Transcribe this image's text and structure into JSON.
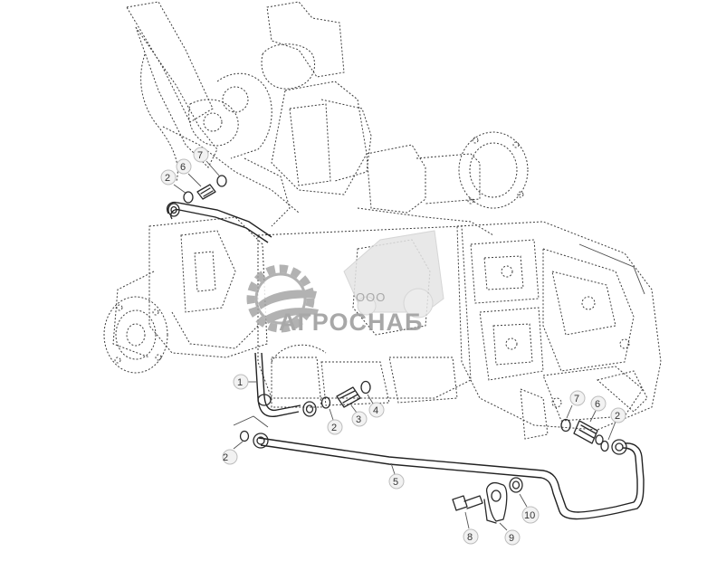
{
  "watermark": {
    "prefix": "ООО",
    "brand": "АГРОСНАБ"
  },
  "callouts": [
    {
      "id": "c2a",
      "label": "2"
    },
    {
      "id": "c6a",
      "label": "6"
    },
    {
      "id": "c7a",
      "label": "7"
    },
    {
      "id": "c1",
      "label": "1"
    },
    {
      "id": "c2b",
      "label": "2"
    },
    {
      "id": "c3",
      "label": "3"
    },
    {
      "id": "c4",
      "label": "4"
    },
    {
      "id": "c2c",
      "label": "2"
    },
    {
      "id": "c5",
      "label": "5"
    },
    {
      "id": "c7b",
      "label": "7"
    },
    {
      "id": "c6b",
      "label": "6"
    },
    {
      "id": "c2d",
      "label": "2"
    },
    {
      "id": "c8",
      "label": "8"
    },
    {
      "id": "c9",
      "label": "9"
    },
    {
      "id": "c10",
      "label": "10"
    }
  ],
  "colors": {
    "ink": "#2a2a2a",
    "watermark": "#9a9a9a",
    "callout_fill": "#f2f2f2"
  }
}
